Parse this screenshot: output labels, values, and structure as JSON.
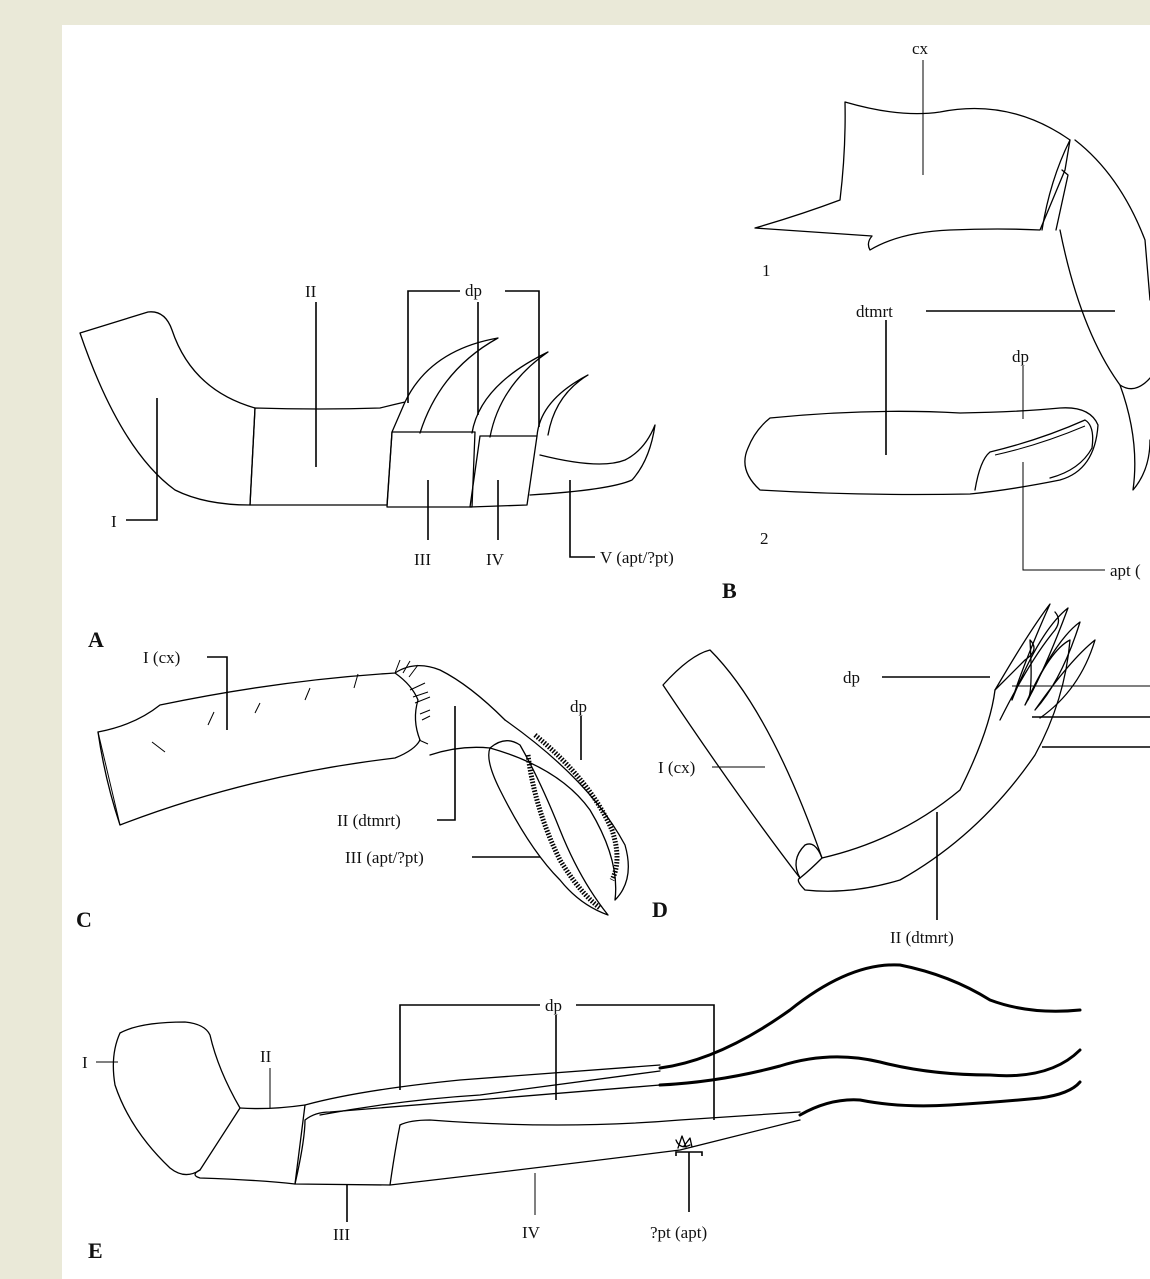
{
  "panels": {
    "A": {
      "letter": "A",
      "labels": {
        "I": "I",
        "II": "II",
        "III": "III",
        "IV": "IV",
        "V": "V (apt/?pt)",
        "dp": "dp"
      }
    },
    "B": {
      "letter": "B",
      "sub1": "1",
      "sub2": "2",
      "labels": {
        "cx": "cx",
        "dtmrt": "dtmrt",
        "dp": "dp",
        "apt": "apt ("
      }
    },
    "C": {
      "letter": "C",
      "labels": {
        "I": "I (cx)",
        "II": "II (dtmrt)",
        "III": "III (apt/?pt)",
        "dp": "dp"
      }
    },
    "D": {
      "letter": "D",
      "labels": {
        "I": "I (cx)",
        "II": "II (dtmrt)",
        "dp": "dp"
      }
    },
    "E": {
      "letter": "E",
      "labels": {
        "I": "I",
        "II": "II",
        "III": "III",
        "IV": "IV",
        "dp": "dp",
        "pt": "?pt (apt)"
      }
    }
  },
  "colors": {
    "page_background": "#EAE9D8",
    "figure_background": "#FFFFFF",
    "ink": "#000000"
  }
}
